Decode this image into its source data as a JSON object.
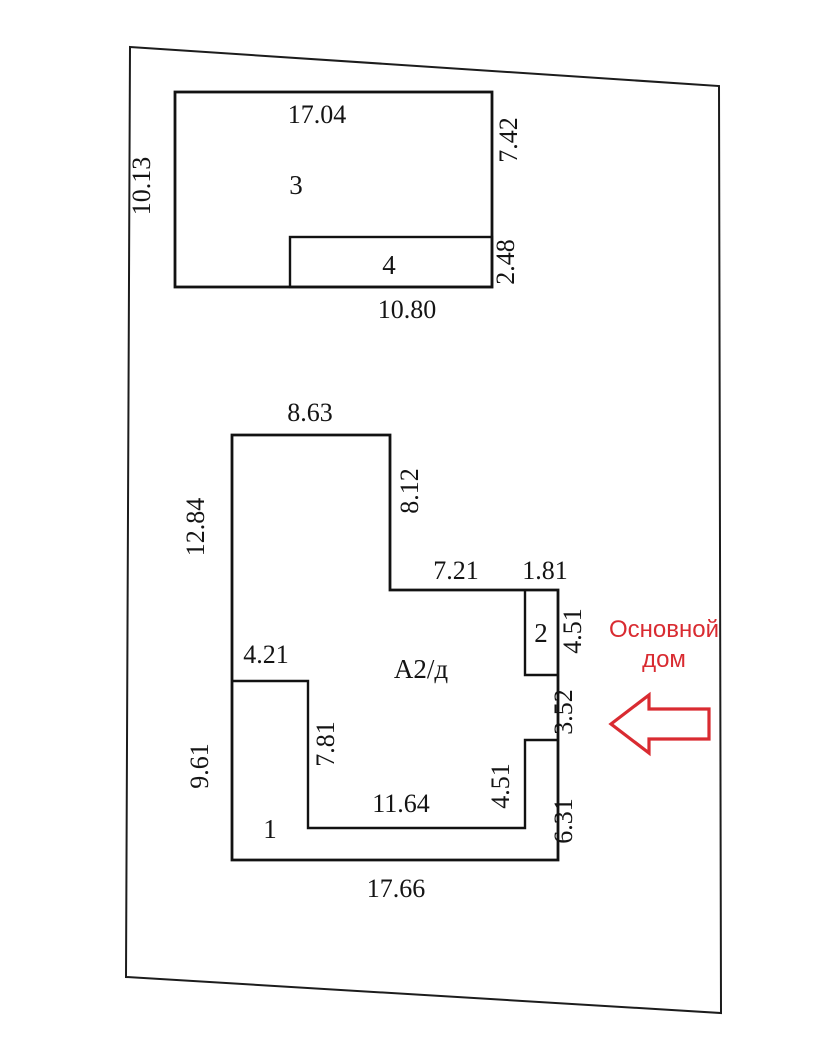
{
  "colors": {
    "ink": "#141414",
    "annotation_red": "#d92b31"
  },
  "building_3": {
    "room_label": "3",
    "annex_label": "4",
    "dim_top": "17.04",
    "dim_right": "7.42",
    "dim_left": "10.13",
    "dim_annex_right": "2.48",
    "dim_bottom": "10.80"
  },
  "building_a2": {
    "label": "А2/д",
    "room_1_label": "1",
    "room_2_label": "2",
    "dim_top": "8.63",
    "dim_left_upper": "12.84",
    "dim_stem_right": "8.12",
    "dim_mid_left": "7.21",
    "dim_mid_right": "1.81",
    "dim_room2_right": "4.51",
    "dim_right_upper": "3.52",
    "dim_partition_top": "4.21",
    "dim_left_lower": "9.61",
    "dim_partition_right": "7.81",
    "dim_inner_bottom": "11.64",
    "dim_inner_right": "4.51",
    "dim_right_lower": "6.31",
    "dim_bottom": "17.66"
  },
  "annotation": {
    "line1": "Основной",
    "line2": "дом"
  }
}
